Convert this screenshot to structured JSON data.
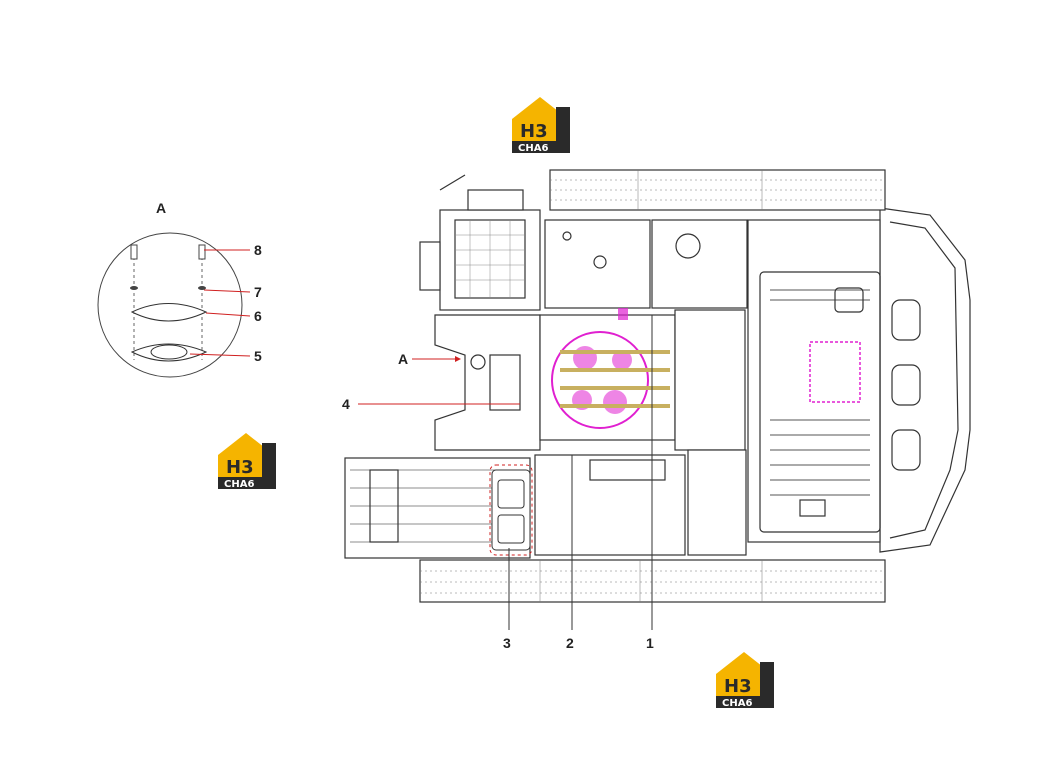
{
  "logo": {
    "mark": "H3",
    "word": "CHA6",
    "colors": {
      "yellow": "#f5b400",
      "dark": "#2a2a2a",
      "white": "#ffffff"
    }
  },
  "detail_view": {
    "label": "A",
    "callouts": [
      {
        "id": "callout-8",
        "text": "8"
      },
      {
        "id": "callout-7",
        "text": "7"
      },
      {
        "id": "callout-6",
        "text": "6"
      },
      {
        "id": "callout-5",
        "text": "5"
      }
    ]
  },
  "main_view": {
    "view_marker": "A",
    "callouts": [
      {
        "id": "callout-4",
        "text": "4"
      },
      {
        "id": "callout-3",
        "text": "3"
      },
      {
        "id": "callout-2",
        "text": "2"
      },
      {
        "id": "callout-1",
        "text": "1"
      }
    ],
    "colors": {
      "line": "#333333",
      "leader": "#d02020",
      "highlight": "#e020d0"
    }
  }
}
